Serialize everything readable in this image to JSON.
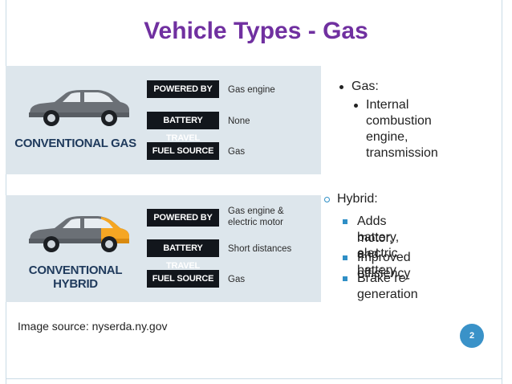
{
  "slide": {
    "title": "Vehicle Types - Gas",
    "page_number": "2",
    "image_source": "Image source: nyserda.ny.gov"
  },
  "panels": {
    "gas": {
      "label": "CONVENTIONAL GAS",
      "rows": [
        {
          "label": "POWERED BY",
          "value": "Gas engine"
        },
        {
          "label": "BATTERY TRAVEL",
          "value": "None"
        },
        {
          "label": "FUEL SOURCE",
          "value": "Gas"
        }
      ]
    },
    "hybrid": {
      "label": "CONVENTIONAL HYBRID",
      "rows": [
        {
          "label": "POWERED BY",
          "value_line1": "Gas engine &",
          "value_line2": "electric motor"
        },
        {
          "label": "BATTERY TRAVEL",
          "value": "Short distances"
        },
        {
          "label": "FUEL SOURCE",
          "value": "Gas"
        }
      ]
    }
  },
  "bullets": {
    "gas": {
      "heading": "Gas:",
      "sub_lines": [
        "Internal",
        "combustion",
        "engine,",
        "transmission"
      ]
    },
    "hybrid": {
      "heading": "Hybrid:",
      "items": [
        {
          "line1": "Adds battery, electric",
          "line2": "motor, and battery"
        },
        {
          "line1": "Improved efficiency"
        },
        {
          "line1": "Brake re-generation"
        }
      ]
    }
  },
  "colors": {
    "title": "#7030a0",
    "accent": "#2f8fc6",
    "panel_bg": "#dde6ec",
    "label_bg": "#12161c",
    "hybrid_highlight": "#f5a623"
  }
}
